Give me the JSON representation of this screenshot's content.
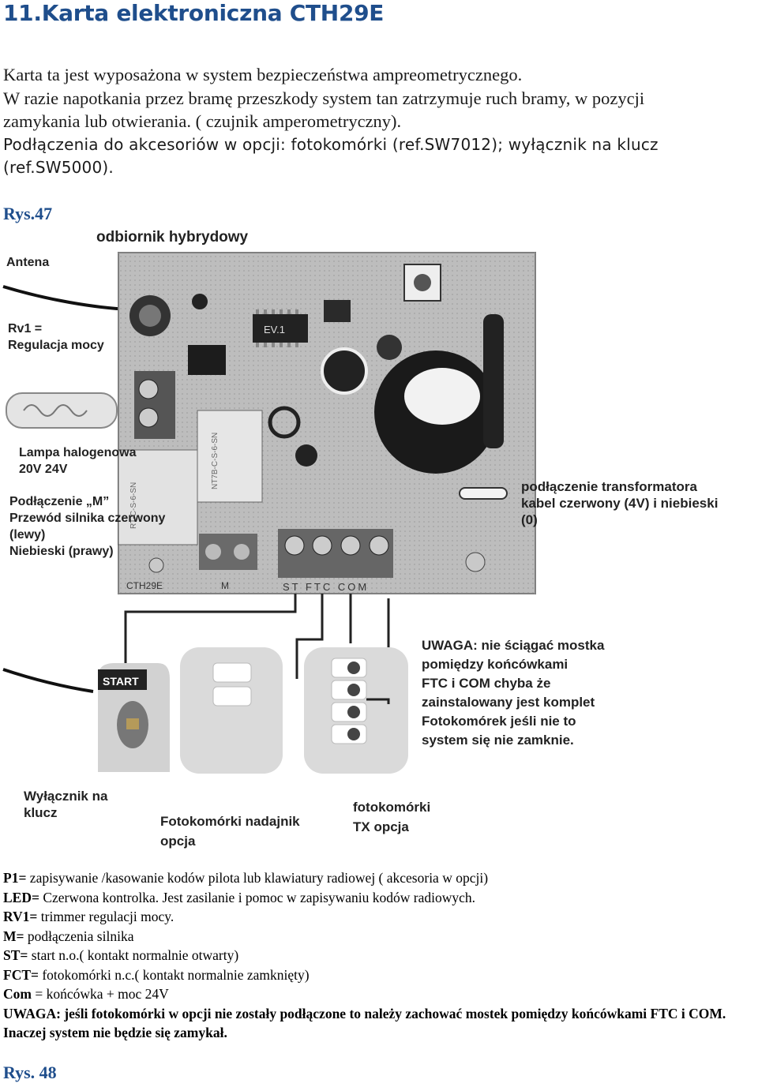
{
  "heading": "11.Karta elektroniczna CTH29E",
  "intro": {
    "line1": "Karta ta jest wyposażona w system bezpieczeństwa ampreometrycznego.",
    "line2": "W razie napotkania przez bramę przeszkody system tan zatrzymuje ruch bramy, w pozycji",
    "line3": "zamykania lub otwierania. ( czujnik amperometryczny).",
    "line4": "Podłączenia do akcesoriów w opcji: fotokomórki (ref.SW7012); wyłącznik na klucz",
    "line5": "(ref.SW5000)."
  },
  "figure1": {
    "label": "Rys.47",
    "labels": {
      "receiver": "odbiornik hybrydowy",
      "antenna": "Antena",
      "rv1": [
        "Rv1 =",
        "Regulacja mocy"
      ],
      "lamp": [
        "Lampa halogenowa",
        "20V 24V"
      ],
      "motor": [
        "Podłączenie „M”",
        "Przewód silnika czerwony",
        "(lewy)",
        "Niebieski (prawy)"
      ],
      "transformer": [
        "podłączenie transformatora",
        "kabel czerwony (4V) i niebieski",
        "(0)"
      ],
      "warning": [
        "UWAGA: nie ściągać mostka",
        "pomiędzy końcówkami",
        "FTC i COM chyba że",
        "zainstalowany jest komplet",
        "Fotokomórek jeśli nie to",
        "system się nie zamknie."
      ],
      "key_switch": [
        "Wyłącznik na",
        "klucz"
      ],
      "photo_tx": [
        "Fotokomórki nadajnik",
        "opcja"
      ],
      "photo_rx": [
        "fotokomórki",
        "TX opcja"
      ],
      "start": "START",
      "terminals": "ST FTC COM",
      "motor_terminal": "M",
      "board_marking": "CTH29E",
      "ev_marking": "EV.1"
    }
  },
  "legend": {
    "p1": {
      "key": "P1=",
      "text": " zapisywanie /kasowanie kodów pilota lub klawiatury radiowej ( akcesoria w opcji)"
    },
    "led": {
      "key": "LED=",
      "text": " Czerwona kontrolka. Jest zasilanie i pomoc w zapisywaniu kodów radiowych."
    },
    "rv1": {
      "key": "RV1=",
      "text": " trimmer regulacji mocy."
    },
    "m": {
      "key": "M=",
      "text": " podłączenia silnika"
    },
    "st": {
      "key": "ST=",
      "text": " start n.o.( kontakt normalnie otwarty)"
    },
    "fct": {
      "key": "FCT=",
      "text": " fotokomórki n.c.( kontakt normalnie zamknięty)"
    },
    "com": {
      "key": "Com",
      "text": " = końcówka + moc 24V"
    },
    "warning": "UWAGA: jeśli fotokomórki w opcji nie zostały podłączone to należy zachować mostek pomiędzy końcówkami FTC i COM. Inaczej system nie będzie się zamykał."
  },
  "figure2_label": "Rys. 48"
}
